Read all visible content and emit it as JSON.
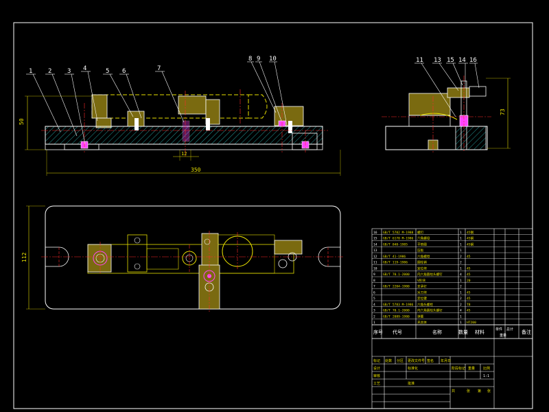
{
  "colors": {
    "background": "#000000",
    "frame": "#ffffff",
    "outline": "#ffffff",
    "hatch": "#2ec9c9",
    "centerline": "#ff2a2a",
    "part_fill": "#7a6a10",
    "highlight": "#ff44ff",
    "dimension": "#e8e000",
    "leader": "#ffffff"
  },
  "balloons_front": [
    "1",
    "2",
    "3",
    "4",
    "5",
    "6",
    "7",
    "8",
    "9",
    "10"
  ],
  "balloons_side": [
    "11",
    "13",
    "15",
    "14",
    "16"
  ],
  "dimensions": {
    "front_height": "50",
    "front_width": "350",
    "front_slot": "12",
    "side_height": "73",
    "plan_height": "112"
  },
  "title_block": {
    "header": {
      "seq": "序号",
      "code": "代号",
      "name": "名称",
      "qty": "数量",
      "material": "材料",
      "single_weight": "单件",
      "total_weight": "总计",
      "weight": "重量",
      "remark": "备注"
    },
    "rows": [
      {
        "seq": "16",
        "code": "GB/T 5782 M-1988",
        "name": "螺钉",
        "qty": "1",
        "mat": "45钢"
      },
      {
        "seq": "15",
        "code": "GB/T 6170 M-1986",
        "name": "六角螺母",
        "qty": "1",
        "mat": "45钢"
      },
      {
        "seq": "14",
        "code": "GB/T 848-1985",
        "name": "平垫圈",
        "qty": "1",
        "mat": "45钢"
      },
      {
        "seq": "13",
        "code": "",
        "name": "压板",
        "qty": "1",
        "mat": ""
      },
      {
        "seq": "12",
        "code": "GB/T 41-1986",
        "name": "六角螺母",
        "qty": "2",
        "mat": "45"
      },
      {
        "seq": "11",
        "code": "GB/T 119-1986",
        "name": "圆柱销",
        "qty": "2",
        "mat": ""
      },
      {
        "seq": "10",
        "code": "",
        "name": "定位块",
        "qty": "1",
        "mat": "45"
      },
      {
        "seq": "9",
        "code": "GB/T 70.1-2000",
        "name": "内六角圆柱头螺钉",
        "qty": "4",
        "mat": "45"
      },
      {
        "seq": "8",
        "code": "",
        "name": "V形块",
        "qty": "1",
        "mat": "20"
      },
      {
        "seq": "7",
        "code": "GB/T 2204-1980",
        "name": "支承钉",
        "qty": "2",
        "mat": ""
      },
      {
        "seq": "6",
        "code": "",
        "name": "对刀块",
        "qty": "1",
        "mat": "45"
      },
      {
        "seq": "5",
        "code": "",
        "name": "定位键",
        "qty": "2",
        "mat": "45"
      },
      {
        "seq": "4",
        "code": "GB/T 5783 M-1986",
        "name": "六角头螺栓",
        "qty": "2",
        "mat": "T8"
      },
      {
        "seq": "3",
        "code": "GB/T 70.1-2000",
        "name": "内六角圆柱头螺钉",
        "qty": "4",
        "mat": "45"
      },
      {
        "seq": "2",
        "code": "GB/T 2089-1980",
        "name": "弹簧",
        "qty": "1",
        "mat": ""
      },
      {
        "seq": "1",
        "code": "",
        "name": "夹具体",
        "qty": "1",
        "mat": "HT200"
      }
    ],
    "sign": {
      "mark": "标记",
      "count": "处数",
      "zone": "分区",
      "change_doc": "更改文件号",
      "signature": "签名",
      "date": "年月日",
      "design": "设计",
      "standardize": "标准化",
      "review": "审核",
      "craft": "工艺",
      "approve": "批准",
      "stage_mark": "阶段标记",
      "weight": "重量",
      "scale": "比例",
      "scale_value": "1:1",
      "total": "共",
      "sheet": "张",
      "no": "第"
    }
  }
}
